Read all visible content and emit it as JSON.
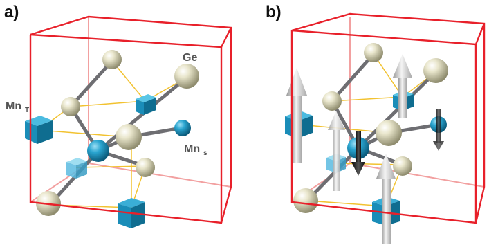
{
  "panels": [
    {
      "label": "a)"
    },
    {
      "label": "b)"
    }
  ],
  "labels": {
    "ge": "Ge",
    "mn_t_main": "Mn",
    "mn_t_sub": "T",
    "mn_s_main": "Mn",
    "mn_s_sub": "s"
  },
  "colors": {
    "cell_edge": "#e8202a",
    "cell_edge_back": "#f2a0a0",
    "ge_atom": "#d9d6b8",
    "mn_atom": "#1f98c4",
    "bond_gray": "#6e6e72",
    "bond_yellow": "#f2c230",
    "spin_up_arrow": "#d8d8d8",
    "spin_down_arrow": "#1a1a1a"
  }
}
